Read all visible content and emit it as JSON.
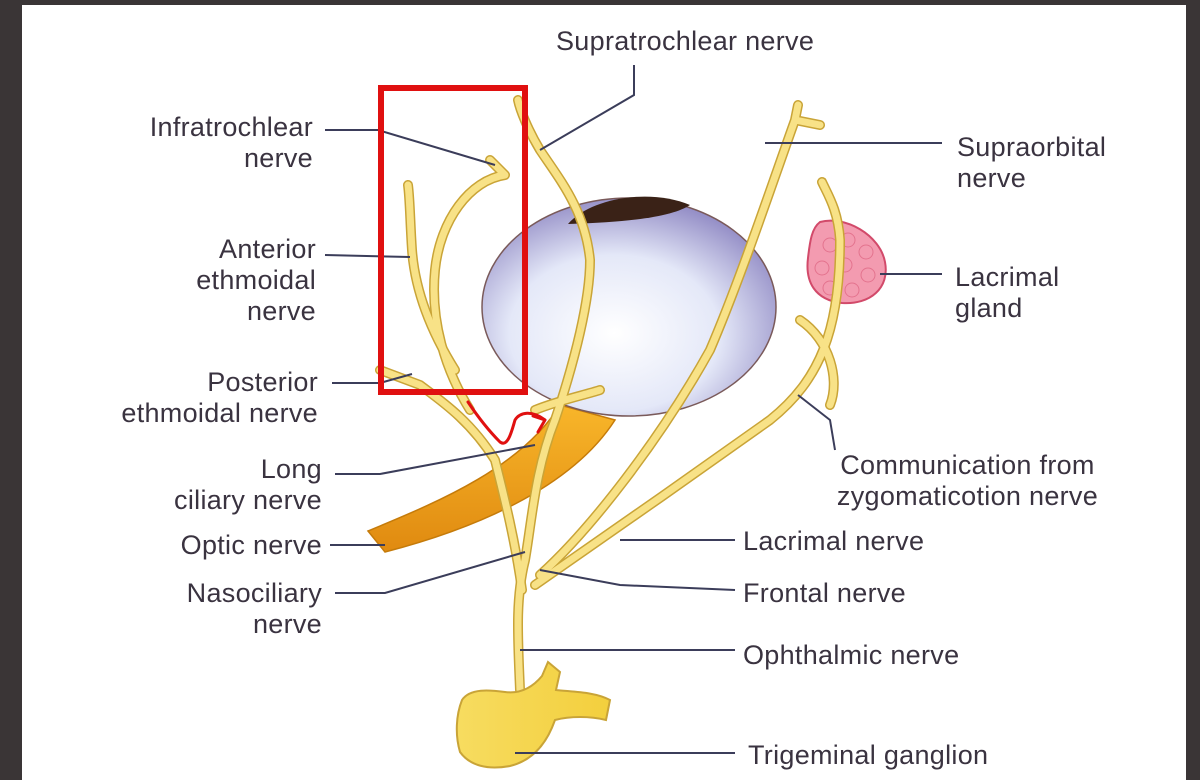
{
  "labels": {
    "supratrochlear": [
      "Supratrochlear nerve"
    ],
    "infratrochlear": [
      "Infratrochlear",
      "nerve"
    ],
    "supraorbital": [
      "Supraorbital",
      "nerve"
    ],
    "anterior_ethmoidal": [
      "Anterior",
      "ethmoidal",
      "nerve"
    ],
    "lacrimal_gland": [
      "Lacrimal",
      "gland"
    ],
    "posterior_ethmoidal": [
      "Posterior",
      "ethmoidal nerve"
    ],
    "communication": [
      "Communication from",
      "zygomaticotion nerve"
    ],
    "long_ciliary": [
      "Long",
      "ciliary nerve"
    ],
    "optic": [
      "Optic nerve"
    ],
    "lacrimal_nerve": [
      "Lacrimal nerve"
    ],
    "nasociliary": [
      "Nasociliary",
      "nerve"
    ],
    "frontal": [
      "Frontal nerve"
    ],
    "ophthalmic": [
      "Ophthalmic nerve"
    ],
    "trigeminal": [
      "Trigeminal ganglion"
    ]
  },
  "colors": {
    "nerve_fill": "#f6dc6e",
    "nerve_stroke": "#d8b23a",
    "optic_nerve": "#f2a619",
    "eye_sclera": "#dfe3f4",
    "cornea": "#3b2418",
    "lacrimal_gland": "#f08aa0",
    "leader_line": "#3b3d5a",
    "annotation_red": "#e01010"
  }
}
